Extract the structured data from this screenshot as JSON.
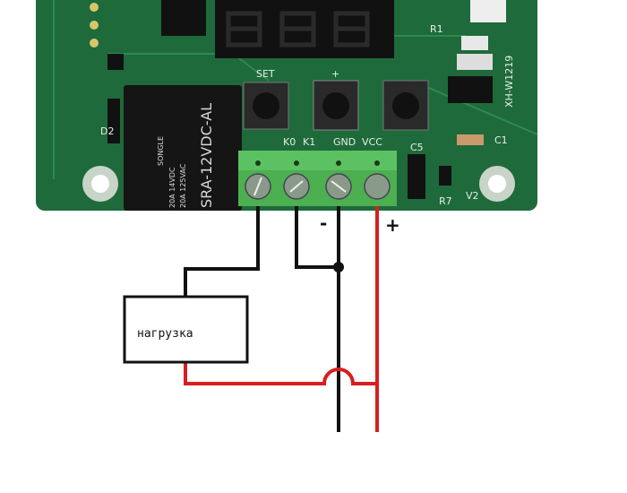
{
  "board": {
    "buttons": [
      "SET",
      "+",
      "-"
    ],
    "terminals": [
      "K0",
      "K1",
      "GND",
      "VCC"
    ],
    "model": "XH-W1219",
    "relay_model": "SRA-12VDC-AL",
    "relay_brand": "SONGLE",
    "relay_rating_1": "20A 14VDC",
    "relay_rating_2": "20A 125VAC",
    "components": [
      "D2",
      "C1",
      "C5",
      "R7",
      "V2",
      "R1"
    ]
  },
  "diagram": {
    "minus_label": "-",
    "plus_label": "+",
    "load_label": "нагрузка"
  },
  "colors": {
    "pcb": "#1f6b3c",
    "terminal": "#4caf50",
    "wire_negative": "#111111",
    "wire_positive": "#d81e1e"
  }
}
